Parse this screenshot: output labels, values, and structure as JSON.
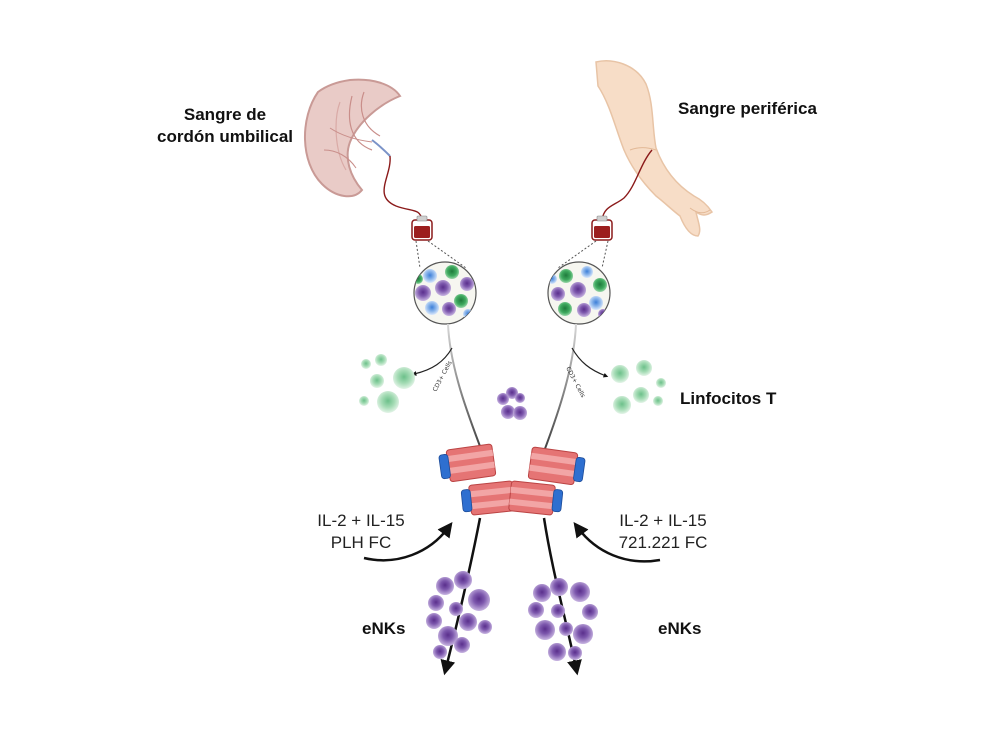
{
  "labels": {
    "cord_blood": [
      "Sangre de",
      "cordón umbilical"
    ],
    "peripheral_blood": "Sangre periférica",
    "t_lymphocytes": "Linfocitos T",
    "left_cytokines": [
      "IL-2 + IL-15",
      "PLH FC"
    ],
    "right_cytokines": [
      "IL-2 + IL-15",
      "721.221 FC"
    ],
    "enk_left": "eNKs",
    "enk_right": "eNKs",
    "cd3_left": "CD3+ Cells",
    "cd3_right": "CD3+ Cells"
  },
  "icons": {
    "placenta": "placenta-icon",
    "arm": "arm-icon",
    "blood_bag": "blood-bag-icon",
    "cell_mix": "cell-mixture-icon",
    "culture_flask": "culture-flask-icon",
    "t_cell_cluster": "t-cell-cluster-icon",
    "nk_cluster": "nk-cell-cluster-icon"
  },
  "colors": {
    "placenta": "#e7c8c4",
    "placenta_outline": "#c99a96",
    "skin": "#f7ddc7",
    "blood": "#8b1a1a",
    "t_cell": "#9fd5ad",
    "nk_cell": "#8a67b4",
    "flask": "#e06a6a",
    "flask_cap": "#2e6fd0",
    "arrow": "#111111"
  }
}
